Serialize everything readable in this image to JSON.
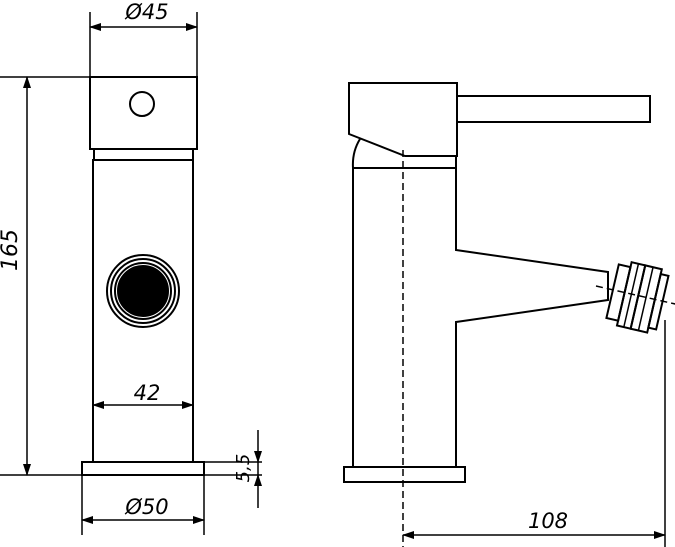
{
  "dimensions": {
    "top_diameter": "Ø45",
    "height": "165",
    "body_width": "42",
    "base_thickness": "5,5",
    "base_diameter": "Ø50",
    "spout_reach": "108"
  },
  "colors": {
    "line": "#000000",
    "background": "#ffffff"
  }
}
